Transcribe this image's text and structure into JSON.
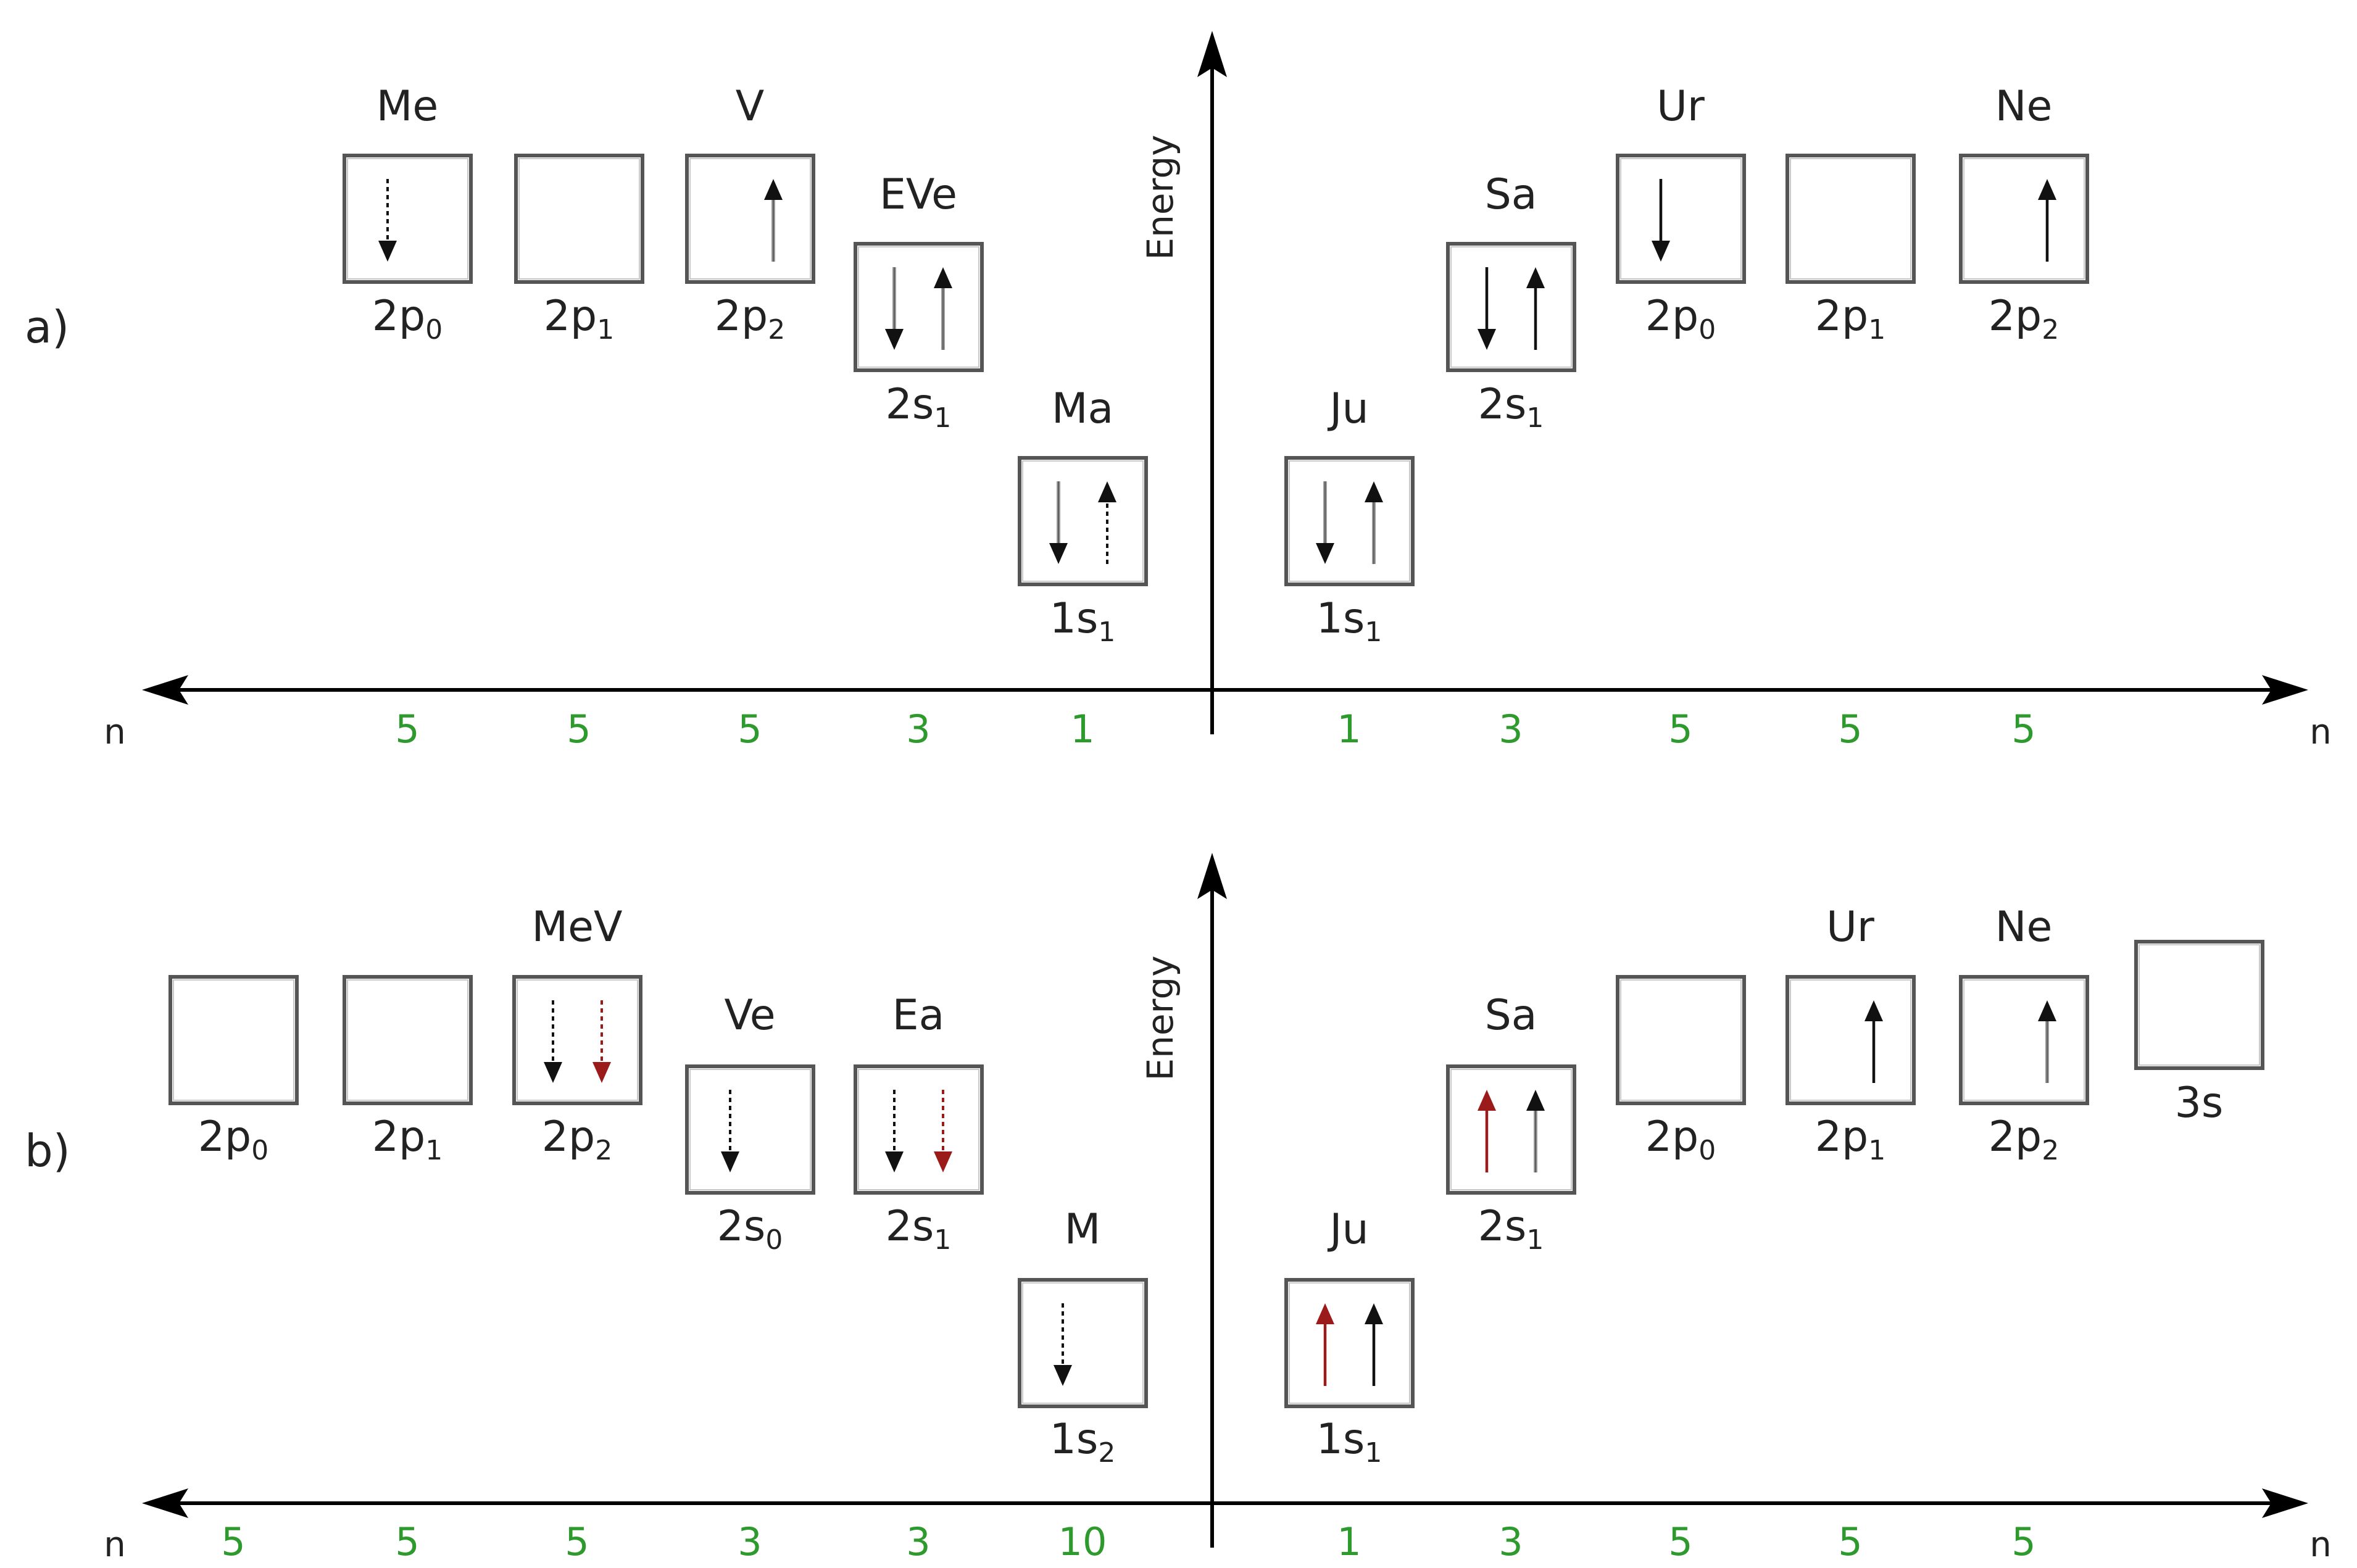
{
  "colors": {
    "box_stroke": "#555555",
    "arrow": "#111111",
    "arrow_red": "#9b1b1b",
    "count": "#2e9a2e",
    "axis": "#000000"
  },
  "panels": [
    {
      "label": "a)",
      "axis_label": "Energy",
      "axis_n_left": "n",
      "axis_n_right": "n",
      "boxes": [
        {
          "name": "Me",
          "orb": "2p",
          "sub": "0",
          "count": "5",
          "spins": [
            {
              "dir": "down",
              "style": "dotted",
              "color": "black"
            }
          ]
        },
        {
          "name": "",
          "orb": "2p",
          "sub": "1",
          "count": "5",
          "spins": []
        },
        {
          "name": "V",
          "orb": "2p",
          "sub": "2",
          "count": "5",
          "spins": [
            {
              "dir": "up",
              "style": "grey",
              "color": "black"
            }
          ]
        },
        {
          "name": "EVe",
          "orb": "2s",
          "sub": "1",
          "count": "3",
          "spins": [
            {
              "dir": "down",
              "style": "grey",
              "color": "black"
            },
            {
              "dir": "up",
              "style": "grey",
              "color": "black"
            }
          ]
        },
        {
          "name": "Ma",
          "orb": "1s",
          "sub": "1",
          "count": "1",
          "spins": [
            {
              "dir": "down",
              "style": "grey",
              "color": "black"
            },
            {
              "dir": "up",
              "style": "dotted",
              "color": "black"
            }
          ]
        },
        {
          "name": "Ju",
          "orb": "1s",
          "sub": "1",
          "count": "1",
          "spins": [
            {
              "dir": "down",
              "style": "grey",
              "color": "black"
            },
            {
              "dir": "up",
              "style": "grey",
              "color": "black"
            }
          ]
        },
        {
          "name": "Sa",
          "orb": "2s",
          "sub": "1",
          "count": "3",
          "spins": [
            {
              "dir": "down",
              "style": "solid",
              "color": "black"
            },
            {
              "dir": "up",
              "style": "solid",
              "color": "black"
            }
          ]
        },
        {
          "name": "Ur",
          "orb": "2p",
          "sub": "0",
          "count": "5",
          "spins": [
            {
              "dir": "down",
              "style": "solid",
              "color": "black"
            }
          ]
        },
        {
          "name": "",
          "orb": "2p",
          "sub": "1",
          "count": "5",
          "spins": []
        },
        {
          "name": "Ne",
          "orb": "2p",
          "sub": "2",
          "count": "5",
          "spins": [
            {
              "dir": "up",
              "style": "solid",
              "color": "black"
            }
          ]
        }
      ]
    },
    {
      "label": "b)",
      "axis_label": "Energy",
      "axis_n_left": "n",
      "axis_n_right": "n",
      "boxes": [
        {
          "name": "",
          "orb": "2p",
          "sub": "0",
          "count": "5",
          "spins": []
        },
        {
          "name": "",
          "orb": "2p",
          "sub": "1",
          "count": "5",
          "spins": []
        },
        {
          "name": "MeV",
          "orb": "2p",
          "sub": "2",
          "count": "5",
          "spins": [
            {
              "dir": "down",
              "style": "dotted",
              "color": "black"
            },
            {
              "dir": "down",
              "style": "dotted",
              "color": "red"
            }
          ]
        },
        {
          "name": "Ve",
          "orb": "2s",
          "sub": "0",
          "count": "3",
          "spins": [
            {
              "dir": "down",
              "style": "dotted",
              "color": "black"
            }
          ]
        },
        {
          "name": "Ea",
          "orb": "2s",
          "sub": "1",
          "count": "3",
          "spins": [
            {
              "dir": "down",
              "style": "dotted",
              "color": "black"
            },
            {
              "dir": "down",
              "style": "dotted",
              "color": "red"
            }
          ]
        },
        {
          "name": "M",
          "orb": "1s",
          "sub": "2",
          "count": "10",
          "spins": [
            {
              "dir": "down",
              "style": "dotted",
              "color": "black"
            }
          ]
        },
        {
          "name": "Ju",
          "orb": "1s",
          "sub": "1",
          "count": "1",
          "spins": [
            {
              "dir": "up",
              "style": "solid",
              "color": "red"
            },
            {
              "dir": "up",
              "style": "solid",
              "color": "black"
            }
          ]
        },
        {
          "name": "Sa",
          "orb": "2s",
          "sub": "1",
          "count": "3",
          "spins": [
            {
              "dir": "up",
              "style": "solid",
              "color": "red"
            },
            {
              "dir": "up",
              "style": "grey",
              "color": "black"
            }
          ]
        },
        {
          "name": "",
          "orb": "2p",
          "sub": "0",
          "count": "5",
          "spins": []
        },
        {
          "name": "Ur",
          "orb": "2p",
          "sub": "1",
          "count": "5",
          "spins": [
            {
              "dir": "up",
              "style": "solid",
              "color": "black"
            }
          ]
        },
        {
          "name": "Ne",
          "orb": "2p",
          "sub": "2",
          "count": "5",
          "spins": [
            {
              "dir": "up",
              "style": "grey",
              "color": "black"
            }
          ]
        },
        {
          "name": "",
          "orb": "3s",
          "sub": "",
          "count": "",
          "spins": []
        }
      ]
    }
  ]
}
